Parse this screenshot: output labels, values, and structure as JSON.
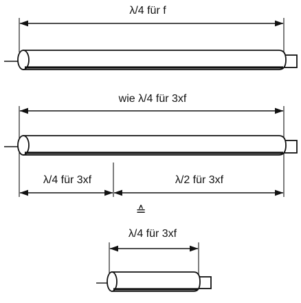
{
  "labels": {
    "top": "λ/4 für f",
    "middle_total": "wie λ/4 für 3xf",
    "middle_left": "λ/4 für 3xf",
    "middle_right": "λ/2 für 3xf",
    "equivalence": "≙",
    "bottom": "λ/4 für 3xf"
  }
}
